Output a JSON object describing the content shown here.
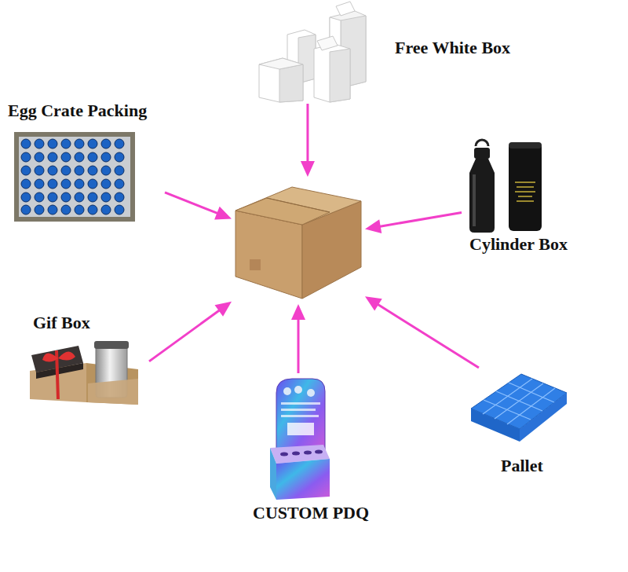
{
  "diagram": {
    "nodes": [
      {
        "text": [
          "Free White Box"
        ]
      },
      {
        "text": [
          "Egg Crate Packing"
        ]
      },
      {
        "text": []
      },
      {
        "text": [
          "Cylinder Box"
        ]
      },
      {
        "text": [
          "Gif Box"
        ]
      },
      {
        "text": [
          "CUSTOM PDQ"
        ]
      },
      {
        "text": [
          "Pallet"
        ]
      }
    ],
    "edges": [
      {
        "from": 0,
        "to": 2,
        "arrow": "to"
      },
      {
        "from": 1,
        "to": 2,
        "arrow": "to"
      },
      {
        "from": 3,
        "to": 2,
        "arrow": "to"
      },
      {
        "from": 4,
        "to": 2,
        "arrow": "to"
      },
      {
        "from": 5,
        "to": 2,
        "arrow": "to"
      },
      {
        "from": 6,
        "to": 2,
        "arrow": "to"
      }
    ]
  }
}
